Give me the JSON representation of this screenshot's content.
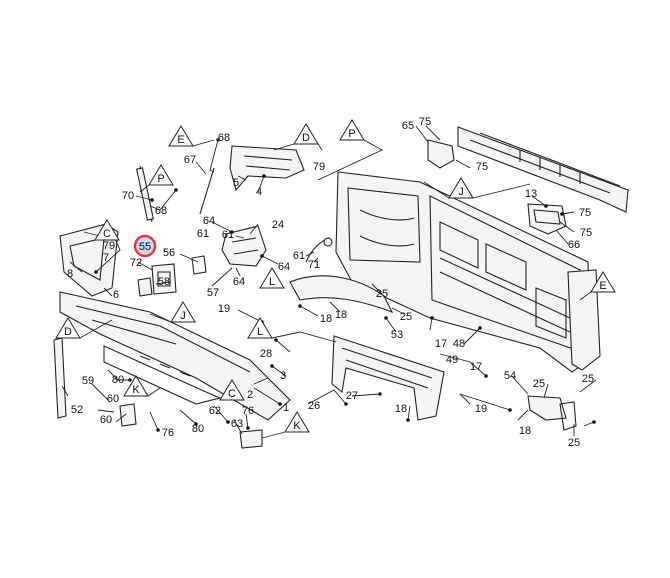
{
  "diagram": {
    "highlight": {
      "label": "55",
      "ring_color": "#e2363a",
      "fill_color": "#c9d9ee"
    },
    "callouts": [
      {
        "id": "c68a",
        "label": "68"
      },
      {
        "id": "c67",
        "label": "67"
      },
      {
        "id": "c70",
        "label": "70"
      },
      {
        "id": "c68b",
        "label": "68"
      },
      {
        "id": "c79a",
        "label": "79"
      },
      {
        "id": "c5",
        "label": "5"
      },
      {
        "id": "c4",
        "label": "4"
      },
      {
        "id": "c65",
        "label": "65"
      },
      {
        "id": "c75a",
        "label": "75"
      },
      {
        "id": "c75b",
        "label": "75"
      },
      {
        "id": "c13",
        "label": "13"
      },
      {
        "id": "c75c",
        "label": "75"
      },
      {
        "id": "c75d",
        "label": "75"
      },
      {
        "id": "c66",
        "label": "66"
      },
      {
        "id": "c79b",
        "label": "79"
      },
      {
        "id": "c7",
        "label": "7"
      },
      {
        "id": "c8",
        "label": "8"
      },
      {
        "id": "c6",
        "label": "6"
      },
      {
        "id": "c72",
        "label": "72"
      },
      {
        "id": "c56",
        "label": "56"
      },
      {
        "id": "c58",
        "label": "58"
      },
      {
        "id": "c64a",
        "label": "64"
      },
      {
        "id": "c61a",
        "label": "61"
      },
      {
        "id": "c61b",
        "label": "61"
      },
      {
        "id": "c24",
        "label": "24"
      },
      {
        "id": "c64b",
        "label": "64"
      },
      {
        "id": "c57",
        "label": "57"
      },
      {
        "id": "c64c",
        "label": "64"
      },
      {
        "id": "c61c",
        "label": "61"
      },
      {
        "id": "c71",
        "label": "71"
      },
      {
        "id": "c19a",
        "label": "19"
      },
      {
        "id": "c18a",
        "label": "18"
      },
      {
        "id": "c18b",
        "label": "18"
      },
      {
        "id": "c25a",
        "label": "25"
      },
      {
        "id": "c25b",
        "label": "25"
      },
      {
        "id": "c53",
        "label": "53"
      },
      {
        "id": "c28",
        "label": "28"
      },
      {
        "id": "c3",
        "label": "3"
      },
      {
        "id": "c2",
        "label": "2"
      },
      {
        "id": "c1",
        "label": "1"
      },
      {
        "id": "c26",
        "label": "26"
      },
      {
        "id": "c27",
        "label": "27"
      },
      {
        "id": "c18c",
        "label": "18"
      },
      {
        "id": "c17a",
        "label": "17"
      },
      {
        "id": "c48",
        "label": "48"
      },
      {
        "id": "c49",
        "label": "49"
      },
      {
        "id": "c17b",
        "label": "17"
      },
      {
        "id": "c54",
        "label": "54"
      },
      {
        "id": "c25c",
        "label": "25"
      },
      {
        "id": "c25d",
        "label": "25"
      },
      {
        "id": "c19b",
        "label": "19"
      },
      {
        "id": "c18d",
        "label": "18"
      },
      {
        "id": "c25e",
        "label": "25"
      },
      {
        "id": "c80a",
        "label": "80"
      },
      {
        "id": "c59",
        "label": "59"
      },
      {
        "id": "c60a",
        "label": "60"
      },
      {
        "id": "c60b",
        "label": "60"
      },
      {
        "id": "c52",
        "label": "52"
      },
      {
        "id": "c76a",
        "label": "76"
      },
      {
        "id": "c80b",
        "label": "80"
      },
      {
        "id": "c62",
        "label": "62"
      },
      {
        "id": "c76b",
        "label": "76"
      },
      {
        "id": "c63",
        "label": "63"
      }
    ],
    "view_markers": [
      {
        "id": "tE1",
        "letter": "E"
      },
      {
        "id": "tD1",
        "letter": "D"
      },
      {
        "id": "tP1",
        "letter": "P"
      },
      {
        "id": "tP2",
        "letter": "P"
      },
      {
        "id": "tJ1",
        "letter": "J"
      },
      {
        "id": "tC1",
        "letter": "C"
      },
      {
        "id": "tL1",
        "letter": "L"
      },
      {
        "id": "tJ2",
        "letter": "J"
      },
      {
        "id": "tE2",
        "letter": "E"
      },
      {
        "id": "tD2",
        "letter": "D"
      },
      {
        "id": "tL2",
        "letter": "L"
      },
      {
        "id": "tK1",
        "letter": "K"
      },
      {
        "id": "tC2",
        "letter": "C"
      },
      {
        "id": "tK2",
        "letter": "K"
      }
    ]
  }
}
